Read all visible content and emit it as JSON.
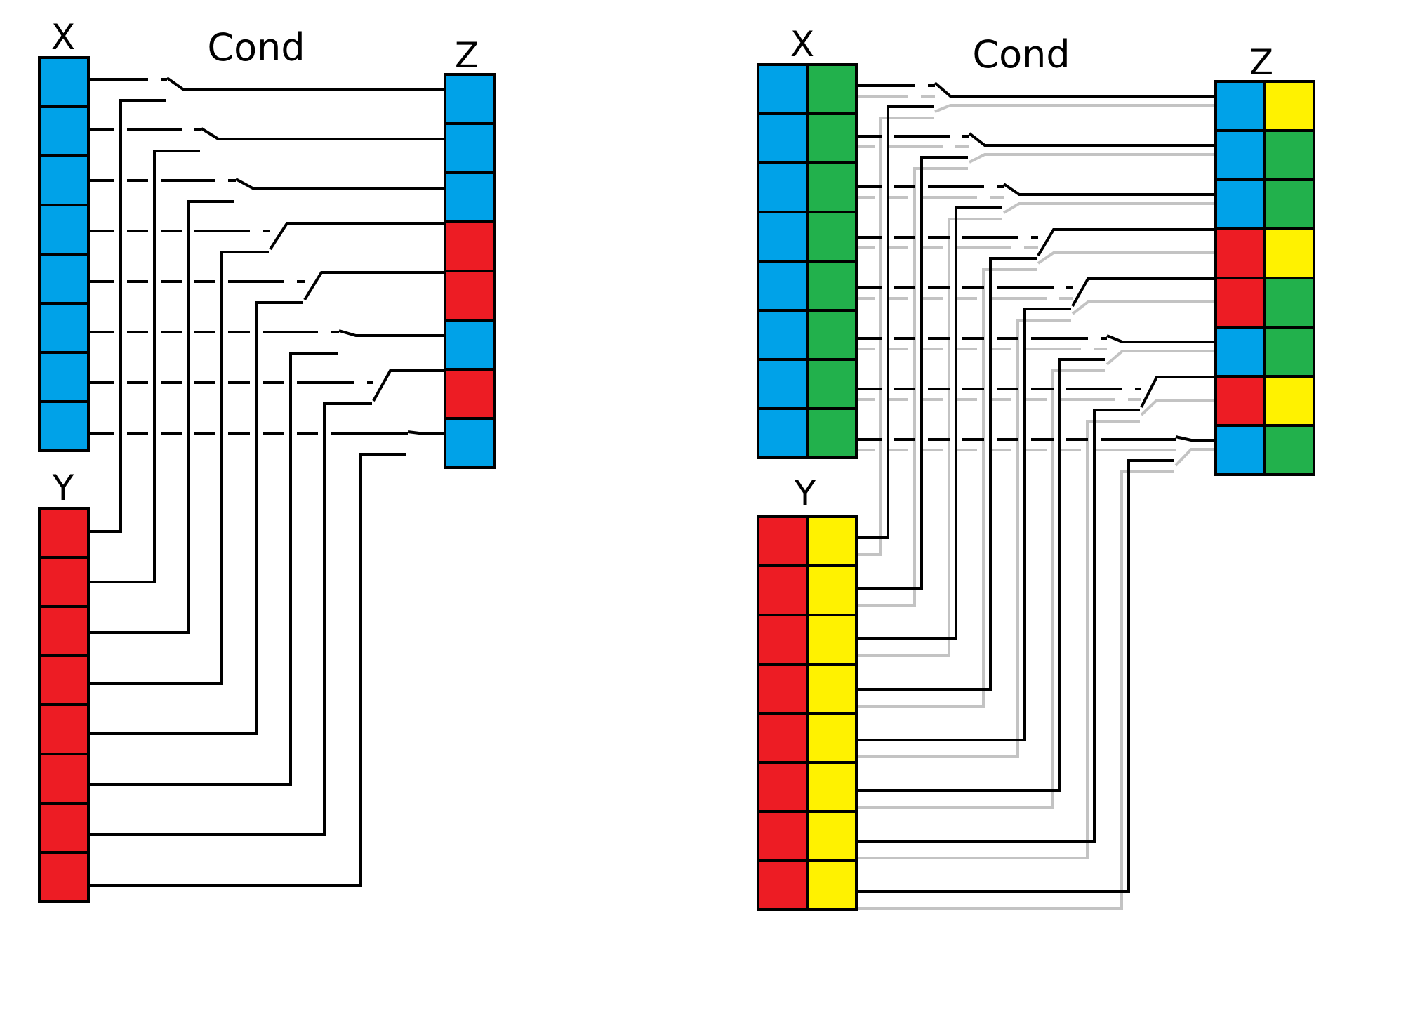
{
  "colors": {
    "blue": "#00a2e8",
    "red": "#ed1c24",
    "green": "#22b14c",
    "yellow": "#fff200",
    "wire": "#000000",
    "wire_secondary": "#c3c3c3",
    "cell_border": "#000000"
  },
  "left_diagram": {
    "label_x": "X",
    "label_y": "Y",
    "label_z": "Z",
    "label_cond": "Cond",
    "x_cells": [
      "blue",
      "blue",
      "blue",
      "blue",
      "blue",
      "blue",
      "blue",
      "blue"
    ],
    "y_cells": [
      "red",
      "red",
      "red",
      "red",
      "red",
      "red",
      "red",
      "red"
    ],
    "z_cells": [
      "blue",
      "blue",
      "blue",
      "red",
      "red",
      "blue",
      "red",
      "blue"
    ]
  },
  "right_diagram": {
    "label_x": "X",
    "label_y": "Y",
    "label_z": "Z",
    "label_cond": "Cond",
    "x_cells": [
      [
        "blue",
        "green"
      ],
      [
        "blue",
        "green"
      ],
      [
        "blue",
        "green"
      ],
      [
        "blue",
        "green"
      ],
      [
        "blue",
        "green"
      ],
      [
        "blue",
        "green"
      ],
      [
        "blue",
        "green"
      ],
      [
        "blue",
        "green"
      ]
    ],
    "y_cells": [
      [
        "red",
        "yellow"
      ],
      [
        "red",
        "yellow"
      ],
      [
        "red",
        "yellow"
      ],
      [
        "red",
        "yellow"
      ],
      [
        "red",
        "yellow"
      ],
      [
        "red",
        "yellow"
      ],
      [
        "red",
        "yellow"
      ],
      [
        "red",
        "yellow"
      ]
    ],
    "z_cells": [
      [
        "blue",
        "yellow"
      ],
      [
        "blue",
        "green"
      ],
      [
        "blue",
        "green"
      ],
      [
        "red",
        "yellow"
      ],
      [
        "red",
        "green"
      ],
      [
        "blue",
        "green"
      ],
      [
        "red",
        "yellow"
      ],
      [
        "blue",
        "green"
      ]
    ]
  }
}
